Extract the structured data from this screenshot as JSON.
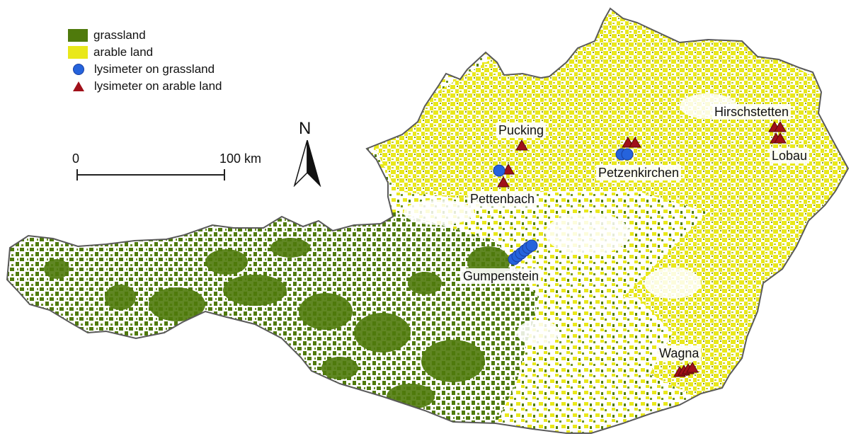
{
  "legend": {
    "items": [
      {
        "label": "grassland",
        "color": "#4f7a0c",
        "symbol": "swatch"
      },
      {
        "label": "arable land",
        "color": "#e9e81a",
        "symbol": "swatch"
      },
      {
        "label": "lysimeter on grassland",
        "color": "#2563dc",
        "symbol": "circle"
      },
      {
        "label": "lysimeter on arable land",
        "color": "#a0101a",
        "symbol": "triangle"
      }
    ]
  },
  "scale_bar": {
    "start_label": "0",
    "end_label": "100 km"
  },
  "north_arrow": {
    "label": "N"
  },
  "sites": [
    {
      "name": "Hirschstetten"
    },
    {
      "name": "Pucking"
    },
    {
      "name": "Petzenkirchen"
    },
    {
      "name": "Lobau"
    },
    {
      "name": "Pettenbach"
    },
    {
      "name": "Gumpenstein"
    },
    {
      "name": "Wagna"
    }
  ],
  "colors": {
    "grassland": "#4f7a0c",
    "arable": "#e9e81a",
    "border": "#5a5a5a"
  }
}
